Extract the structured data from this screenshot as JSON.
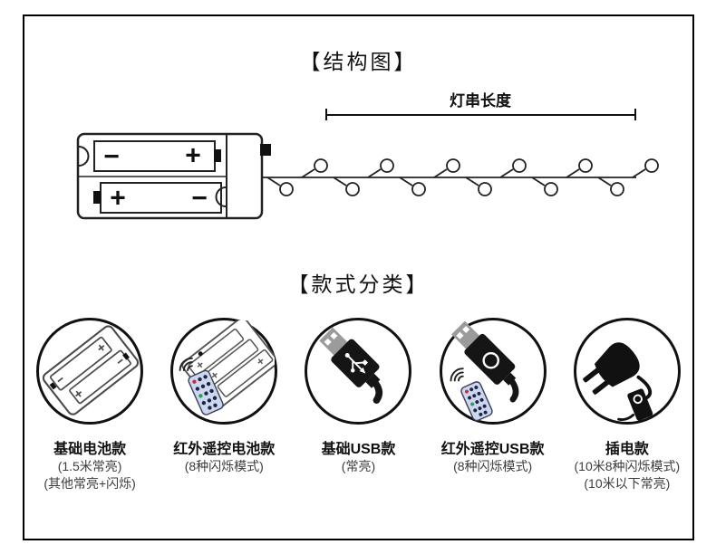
{
  "sections": {
    "structure_title": "【结构图】",
    "variants_title": "【款式分类】"
  },
  "diagram": {
    "length_label": "灯串长度",
    "battery_signs": {
      "top_left": "−",
      "top_right": "+",
      "bottom_left": "+",
      "bottom_right": "−"
    }
  },
  "variants": [
    {
      "icon": "battery-box-icon",
      "name": "基础电池款",
      "notes": [
        "(1.5米常亮)",
        "(其他常亮+闪烁)"
      ]
    },
    {
      "icon": "remote-battery-icon",
      "name": "红外遥控电池款",
      "notes": [
        "(8种闪烁模式)"
      ]
    },
    {
      "icon": "usb-plug-icon",
      "name": "基础USB款",
      "notes": [
        "(常亮)"
      ]
    },
    {
      "icon": "remote-usb-icon",
      "name": "红外遥控USB款",
      "notes": [
        "(8种闪烁模式)"
      ]
    },
    {
      "icon": "power-plug-icon",
      "name": "插电款",
      "notes": [
        "(10米8种闪烁模式)",
        "(10米以下常亮)"
      ]
    }
  ],
  "colors": {
    "ink": "#1a1a1a",
    "muted": "#3c3c3c",
    "remote_body": "#ccd6ee",
    "metal": "#9b9b9b",
    "accent_red": "#c5303c",
    "accent_green": "#2e9a55"
  }
}
